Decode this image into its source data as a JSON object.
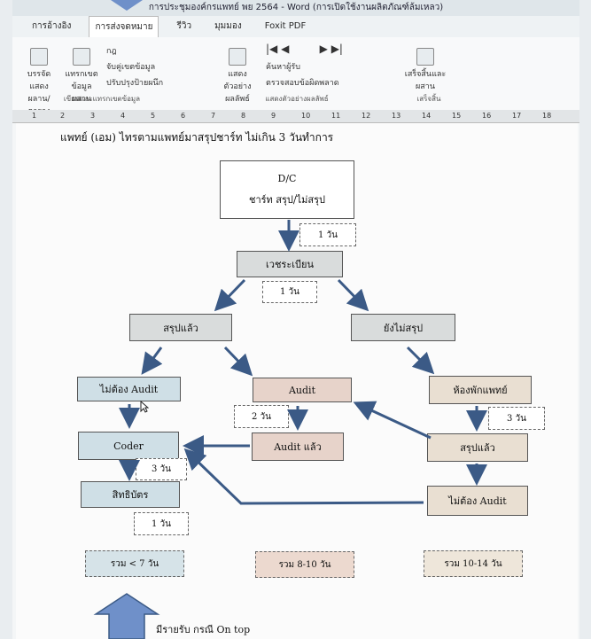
{
  "window": {
    "title": "การประชุมองค์กรแพทย์ พย 2564 - Word (การเปิดใช้งานผลิตภัณฑ์ล้มเหลว)"
  },
  "tabs": [
    "การอ้างอิง",
    "การส่งจดหมาย",
    "รีวิว",
    "มุมมอง",
    "Foxit PDF"
  ],
  "ribbon": {
    "g1_btn1": "บรรจัดแสดง ผลาน/ตาราง",
    "g1_btn2": "แทรกเขต ข้อมูลผสาน",
    "g1_btn3": "กฎ",
    "g1_btn4": "จับคู่เขตข้อมูล",
    "g1_btn5": "ปรับปรุงป้ายผนึก",
    "g1_label": "เขียนและแทรกเขตข้อมูล",
    "g2_btn1": "แสดงตัวอย่าง ผลลัพธ์",
    "g2_btn2": "ค้นหาผู้รับ",
    "g2_btn3": "ตรวจสอบข้อผิดพลาด",
    "g2_label": "แสดงตัวอย่างผลลัพธ์",
    "g3_btn1": "เสร็จสิ้นและ ผสาน",
    "g3_label": "เสร็จสิ้น"
  },
  "ruler": [
    "1",
    "2",
    "3",
    "4",
    "5",
    "6",
    "7",
    "8",
    "9",
    "10",
    "11",
    "12",
    "13",
    "14",
    "15",
    "16",
    "17",
    "18"
  ],
  "doc": {
    "heading": "แพทย์ (เอม) ไทรตามแพทย์มาสรุปชาร์ท ไม่เกิน 3 วันทำการ",
    "dc_title": "D/C",
    "dc_sub": "ชาร์ท สรุป/ไม่สรุป",
    "tag_1day_a": "1 วัน",
    "registry": "เวชระเบียน",
    "tag_1day_b": "1 วัน",
    "summarized": "สรุปแล้ว",
    "not_summarized": "ยังไม่สรุป",
    "no_audit_left": "ไม่ต้อง Audit",
    "audit": "Audit",
    "doctor_room": "ห้องพักแพทย์",
    "tag_2day": "2 วัน",
    "tag_3day_right": "3 วัน",
    "coder": "Coder",
    "audited": "Audit แล้ว",
    "summarized_right": "สรุปแล้ว",
    "tag_3day_left": "3 วัน",
    "rights": "สิทธิบัตร",
    "no_audit_right": "ไม่ต้อง Audit",
    "tag_1day_c": "1 วัน",
    "total_left": "รวม < 7 วัน",
    "total_mid": "รวม 8-10 วัน",
    "total_right": "รวม 10-14 วัน",
    "bottom_caption": "มีรายรับ กรณี On top"
  },
  "colors": {
    "blue_box": "#cfdfe6",
    "pink_box": "#e7d3ca",
    "gray_box": "#d9dcdc",
    "arrow": "#3b5a86",
    "highlight_arrow": "#6f90c9"
  }
}
